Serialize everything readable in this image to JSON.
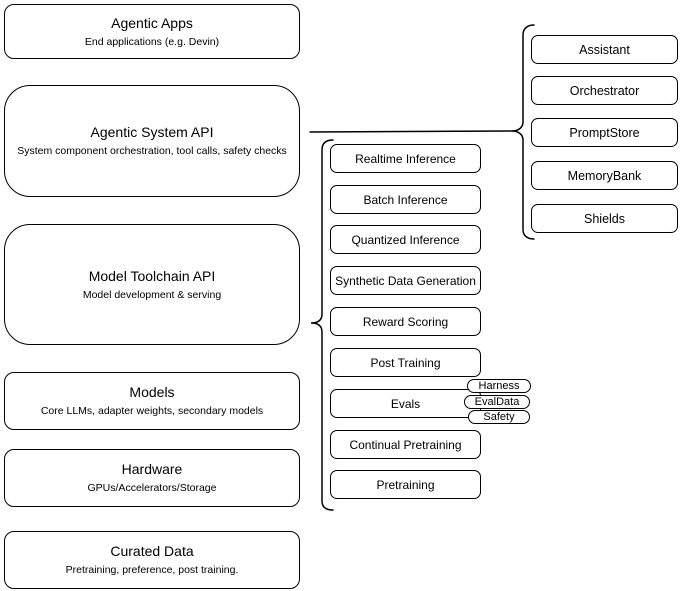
{
  "diagram": {
    "left_stack": [
      {
        "title": "Agentic Apps",
        "subtitle": "End applications (e.g. Devin)"
      },
      {
        "title": "Agentic System API",
        "subtitle": "System component orchestration, tool calls, safety checks"
      },
      {
        "title": "Model Toolchain API",
        "subtitle": "Model development & serving"
      },
      {
        "title": "Models",
        "subtitle": "Core LLMs, adapter weights, secondary models"
      },
      {
        "title": "Hardware",
        "subtitle": "GPUs/Accelerators/Storage"
      },
      {
        "title": "Curated Data",
        "subtitle": "Pretraining, preference, post training."
      }
    ],
    "toolchain_components": [
      "Realtime Inference",
      "Batch Inference",
      "Quantized Inference",
      "Synthetic Data Generation",
      "Reward Scoring",
      "Post Training",
      "Evals",
      "Continual Pretraining",
      "Pretraining"
    ],
    "evals_tags": [
      "Harness",
      "EvalData",
      "Safety"
    ],
    "system_components": [
      "Assistant",
      "Orchestrator",
      "PromptStore",
      "MemoryBank",
      "Shields"
    ],
    "colors": {
      "stroke": "#000000",
      "background": "#ffffff",
      "text": "#000000"
    }
  }
}
